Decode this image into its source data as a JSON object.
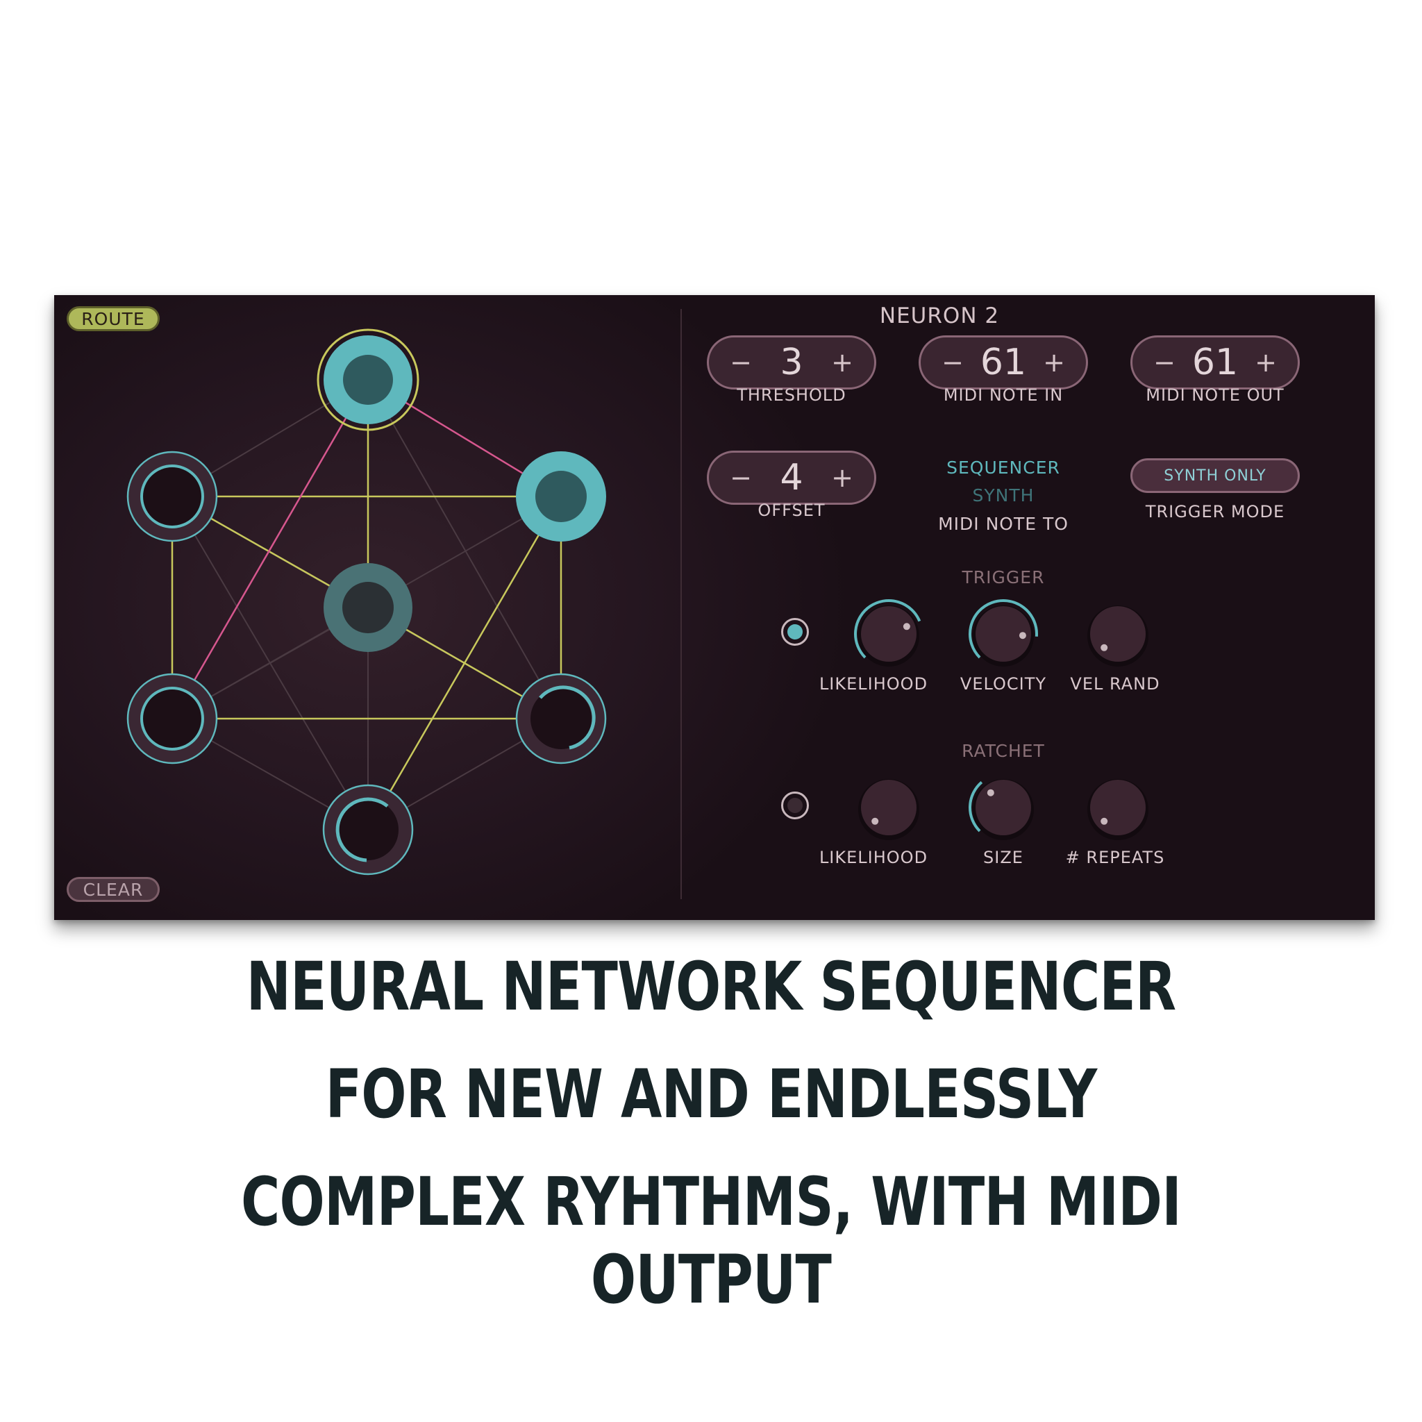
{
  "panel": {
    "route_label": "ROUTE",
    "clear_label": "CLEAR",
    "neuron_title": "NEURON 2",
    "threshold": {
      "minus": "−",
      "value": "3",
      "plus": "+",
      "label": "THRESHOLD"
    },
    "midi_note_in": {
      "minus": "−",
      "value": "61",
      "plus": "+",
      "label": "MIDI NOTE IN"
    },
    "midi_note_out": {
      "minus": "−",
      "value": "61",
      "plus": "+",
      "label": "MIDI NOTE OUT"
    },
    "offset": {
      "minus": "−",
      "value": "4",
      "plus": "+",
      "label": "OFFSET"
    },
    "midi_note_to": {
      "options": [
        "SEQUENCER",
        "SYNTH"
      ],
      "selected": "SEQUENCER",
      "label": "MIDI NOTE TO"
    },
    "trigger_mode": {
      "value": "SYNTH ONLY",
      "label": "TRIGGER MODE"
    },
    "trigger": {
      "title": "TRIGGER",
      "enabled": true,
      "knobs": [
        {
          "label": "LIKELIHOOD",
          "level": 0.75
        },
        {
          "label": "VELOCITY",
          "level": 0.85
        },
        {
          "label": "VEL RAND",
          "level": 0.0
        }
      ]
    },
    "ratchet": {
      "title": "RATCHET",
      "enabled": false,
      "knobs": [
        {
          "label": "LIKELIHOOD",
          "level": 0.0
        },
        {
          "label": "SIZE",
          "level": 0.35
        },
        {
          "label": "# REPEATS",
          "level": 0.0
        }
      ]
    },
    "colors": {
      "teal": "#5fb8bd",
      "yellow_link": "#c8c85c",
      "pink_link": "#d6578e",
      "route_green": "#aeb85a",
      "panel_bg": "#251620"
    }
  },
  "headline": {
    "line1": "NEURAL NETWORK SEQUENCER",
    "line2": "FOR NEW AND ENDLESSLY",
    "line3": "COMPLEX RYHTHMS, WITH MIDI OUTPUT"
  }
}
